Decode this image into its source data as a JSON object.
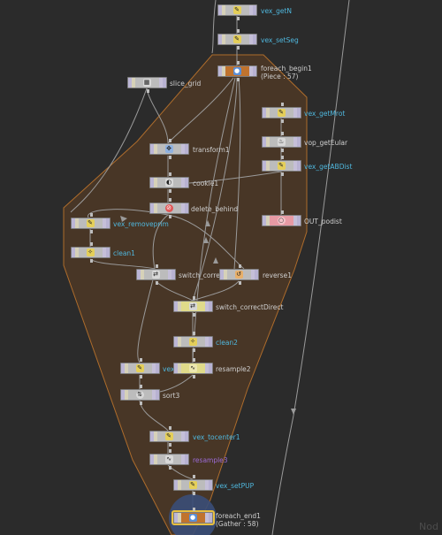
{
  "colors": {
    "background": "#2b2b2b",
    "block_fill": "#4a3726",
    "block_border": "#b5702c",
    "wire": "#9a9a9a",
    "vex_label": "#4fb7dd",
    "plain_label": "#cfcfcf",
    "purple_label": "#9b6bd6"
  },
  "nodes": [
    {
      "name": "vex_getN",
      "icon": "vex-icon",
      "body": "#bcbcbc",
      "label_color": "#4fb7dd"
    },
    {
      "name": "vex_setSeg",
      "icon": "vex-icon",
      "body": "#bcbcbc",
      "label_color": "#4fb7dd"
    },
    {
      "name": "foreach_begin1",
      "sub": "(Piece : 57)",
      "icon": "foreach-icon",
      "body": "#c0732e",
      "label_color": "#cfcfcf"
    },
    {
      "name": "slice_grid",
      "icon": "grid-icon",
      "body": "#bcbcbc",
      "label_color": "#cfcfcf"
    },
    {
      "name": "vex_getMrot",
      "icon": "vex-icon",
      "body": "#bcbcbc",
      "label_color": "#4fb7dd"
    },
    {
      "name": "vop_getEular",
      "icon": "vop-icon",
      "body": "#bcbcbc",
      "label_color": "#cfcfcf"
    },
    {
      "name": "vex_getABDist",
      "icon": "vex-icon",
      "body": "#bcbcbc",
      "label_color": "#4fb7dd"
    },
    {
      "name": "transform1",
      "icon": "transform-icon",
      "body": "#bcbcbc",
      "label_color": "#cfcfcf"
    },
    {
      "name": "cookie1",
      "icon": "cookie-icon",
      "body": "#bcbcbc",
      "label_color": "#cfcfcf"
    },
    {
      "name": "delete_behind",
      "icon": "delete-icon",
      "body": "#bcbcbc",
      "label_color": "#cfcfcf"
    },
    {
      "name": "vex_removeprim",
      "icon": "vex-icon",
      "body": "#bcbcbc",
      "label_color": "#4fb7dd"
    },
    {
      "name": "OUT_podist",
      "icon": "out-icon",
      "body": "#e79aa4",
      "label_color": "#cfcfcf"
    },
    {
      "name": "clean1",
      "icon": "clean-icon",
      "body": "#bcbcbc",
      "label_color": "#4fb7dd"
    },
    {
      "name": "switch_correct",
      "icon": "switch-icon",
      "body": "#bcbcbc",
      "label_color": "#cfcfcf"
    },
    {
      "name": "reverse1",
      "icon": "reverse-icon",
      "body": "#bcbcbc",
      "label_color": "#cfcfcf"
    },
    {
      "name": "switch_correctDirect",
      "icon": "switch-icon",
      "body": "#e0db8a",
      "label_color": "#cfcfcf"
    },
    {
      "name": "clean2",
      "icon": "clean-icon",
      "body": "#bcbcbc",
      "label_color": "#4fb7dd"
    },
    {
      "name": "vex",
      "icon": "vex-icon",
      "body": "#bcbcbc",
      "label_color": "#4fb7dd"
    },
    {
      "name": "resample2",
      "icon": "resample-icon",
      "body": "#e0db8a",
      "label_color": "#cfcfcf"
    },
    {
      "name": "sort3",
      "icon": "sort-icon",
      "body": "#bcbcbc",
      "label_color": "#cfcfcf"
    },
    {
      "name": "vex_tocenter1",
      "icon": "vex-icon",
      "body": "#bcbcbc",
      "label_color": "#4fb7dd"
    },
    {
      "name": "resample3",
      "icon": "resample-icon",
      "body": "#bcbcbc",
      "label_color": "#9b6bd6"
    },
    {
      "name": "vex_setPUP",
      "icon": "vex-icon",
      "body": "#bcbcbc",
      "label_color": "#4fb7dd"
    },
    {
      "name": "foreach_end1",
      "sub": "(Gather : 58)",
      "icon": "foreach-icon",
      "body": "#c0732e",
      "label_color": "#cfcfcf"
    }
  ],
  "corner_watermark": "Nod"
}
